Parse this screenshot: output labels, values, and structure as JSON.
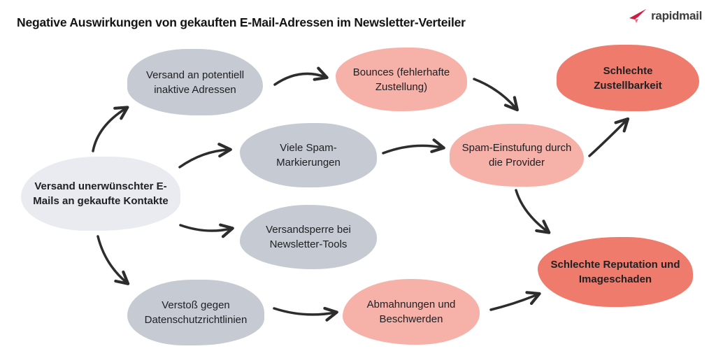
{
  "header": {
    "title": "Negative Auswirkungen von gekauften E-Mail-Adressen im Newsletter-Verteiler",
    "logo": {
      "text": "rapidmail",
      "icon": "paper-plane-icon"
    }
  },
  "colors": {
    "root_fill": "#e9ebf0",
    "cause_fill": "#c6cad2",
    "effect_fill": "#f6b1a9",
    "outcome_fill": "#ee7b6c",
    "arrow": "#2d2d2d",
    "text": "#202124",
    "brand_red": "#ed2e55"
  },
  "diagram": {
    "root": {
      "label": "Versand unerwünschter E-Mails an gekaufte Kontakte"
    },
    "causes": [
      {
        "label": "Versand an potentiell inaktive Adressen"
      },
      {
        "label": "Viele Spam-Markierungen"
      },
      {
        "label": "Versandsperre bei Newsletter-Tools"
      },
      {
        "label": "Verstoß gegen Datenschutzrichtlinien"
      }
    ],
    "effects": [
      {
        "label": "Bounces (fehlerhafte Zustellung)"
      },
      {
        "label": "Spam-Einstufung durch die Provider"
      },
      {
        "label": "Abmahnungen und Beschwerden"
      }
    ],
    "outcomes": [
      {
        "label": "Schlechte Zustellbarkeit"
      },
      {
        "label": "Schlechte Reputation und Imageschaden"
      }
    ],
    "connections": [
      {
        "from": "root",
        "to": "Versand an potentiell inaktive Adressen"
      },
      {
        "from": "root",
        "to": "Viele Spam-Markierungen"
      },
      {
        "from": "root",
        "to": "Versandsperre bei Newsletter-Tools"
      },
      {
        "from": "root",
        "to": "Verstoß gegen Datenschutzrichtlinien"
      },
      {
        "from": "Versand an potentiell inaktive Adressen",
        "to": "Bounces (fehlerhafte Zustellung)"
      },
      {
        "from": "Bounces (fehlerhafte Zustellung)",
        "to": "Spam-Einstufung durch die Provider"
      },
      {
        "from": "Viele Spam-Markierungen",
        "to": "Spam-Einstufung durch die Provider"
      },
      {
        "from": "Spam-Einstufung durch die Provider",
        "to": "Schlechte Zustellbarkeit"
      },
      {
        "from": "Spam-Einstufung durch die Provider",
        "to": "Schlechte Reputation und Imageschaden"
      },
      {
        "from": "Verstoß gegen Datenschutzrichtlinien",
        "to": "Abmahnungen und Beschwerden"
      },
      {
        "from": "Abmahnungen und Beschwerden",
        "to": "Schlechte Reputation und Imageschaden"
      }
    ]
  }
}
